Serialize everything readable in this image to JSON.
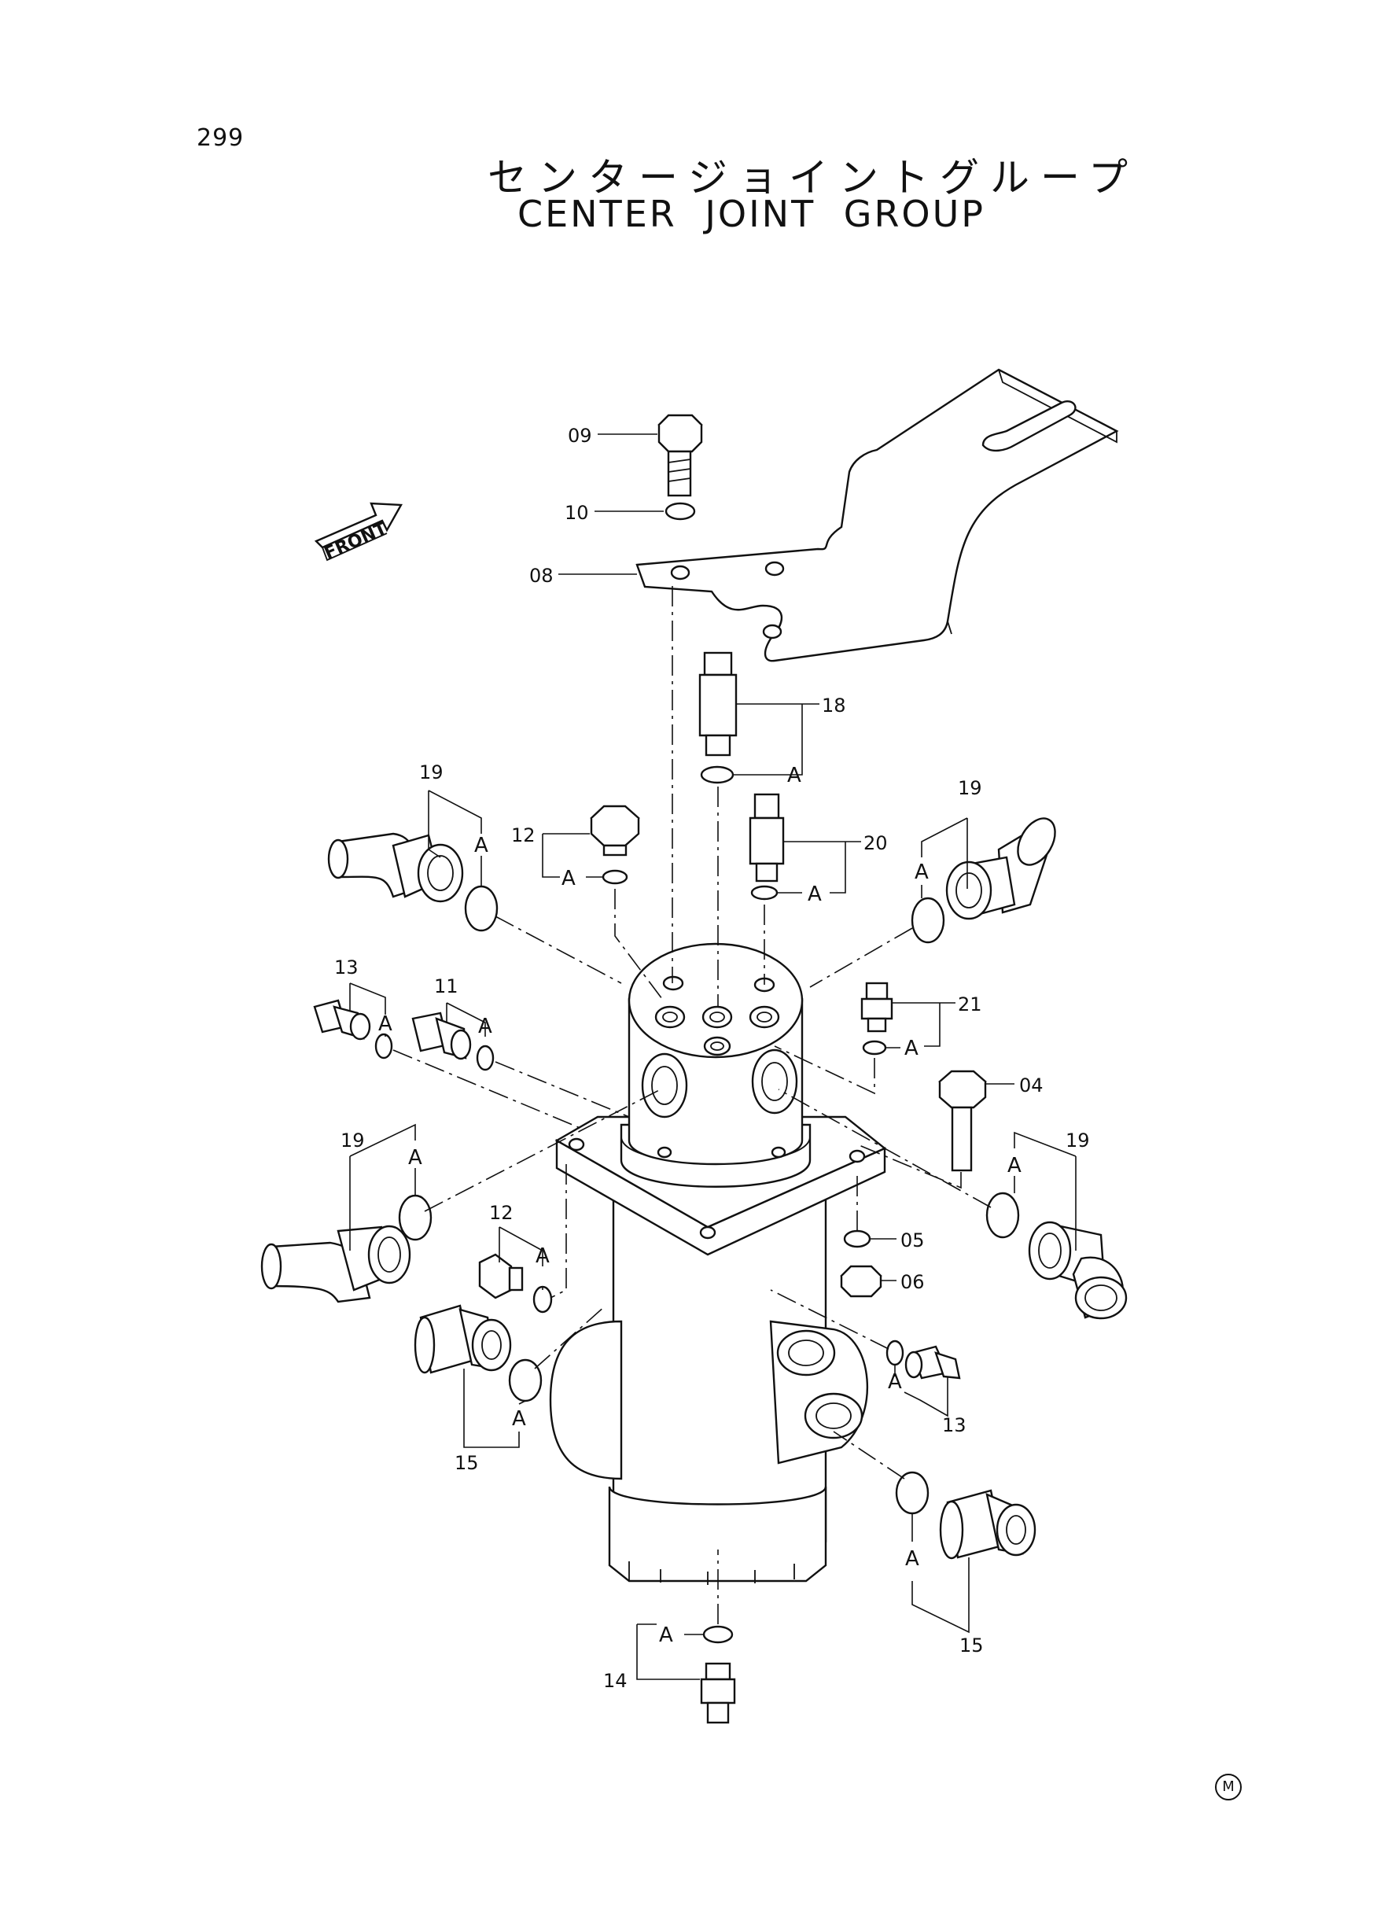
{
  "page_number": "299",
  "title_ja": "センタージョイントグループ",
  "title_en": "CENTER JOINT GROUP",
  "front_label": "FRONT",
  "marker": "M",
  "callouts": {
    "c04": "04",
    "c05": "05",
    "c06": "06",
    "c08": "08",
    "c09": "09",
    "c10": "10",
    "c11": "11",
    "c12a": "12",
    "c12b": "12",
    "c13a": "13",
    "c13b": "13",
    "c14": "14",
    "c15a": "15",
    "c15b": "15",
    "c18": "18",
    "c19a": "19",
    "c19b": "19",
    "c19c": "19",
    "c19d": "19",
    "c20": "20",
    "c21": "21"
  },
  "detail_ref": "A"
}
